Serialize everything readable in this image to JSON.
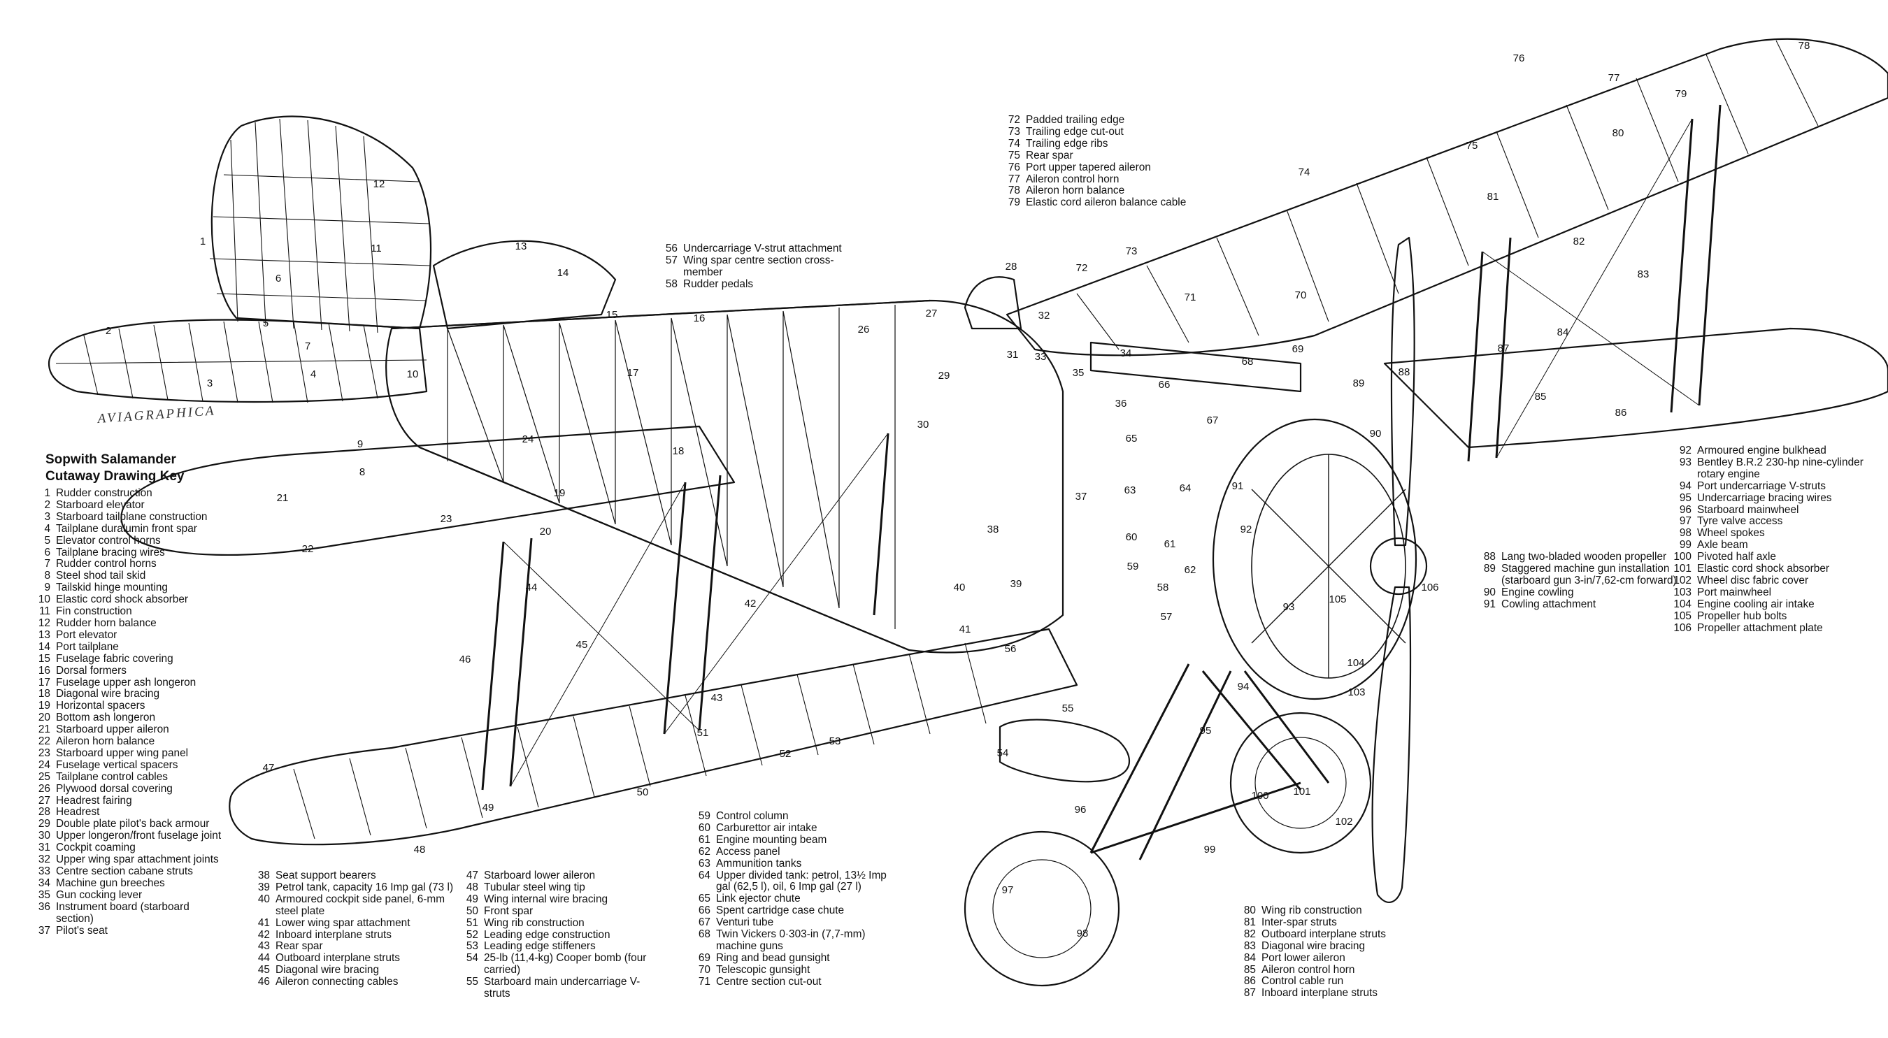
{
  "key_title_line1": "Sopwith Salamander",
  "key_title_line2": "Cutaway Drawing Key",
  "brand": "AVIAGRAPHICA",
  "columns": [
    [
      [
        "1",
        "Rudder construction"
      ],
      [
        "2",
        "Starboard elevator"
      ],
      [
        "3",
        "Starboard tailplane construction"
      ],
      [
        "4",
        "Tailplane duralumin front spar"
      ],
      [
        "5",
        "Elevator control horns"
      ],
      [
        "6",
        "Tailplane bracing wires"
      ],
      [
        "7",
        "Rudder control horns"
      ],
      [
        "8",
        "Steel shod tail skid"
      ],
      [
        "9",
        "Tailskid hinge mounting"
      ],
      [
        "10",
        "Elastic cord shock absorber"
      ],
      [
        "11",
        "Fin construction"
      ],
      [
        "12",
        "Rudder horn balance"
      ],
      [
        "13",
        "Port elevator"
      ],
      [
        "14",
        "Port tailplane"
      ],
      [
        "15",
        "Fuselage fabric covering"
      ],
      [
        "16",
        "Dorsal formers"
      ],
      [
        "17",
        "Fuselage upper ash longeron"
      ],
      [
        "18",
        "Diagonal wire bracing"
      ],
      [
        "19",
        "Horizontal spacers"
      ],
      [
        "20",
        "Bottom ash longeron"
      ],
      [
        "21",
        "Starboard upper aileron"
      ],
      [
        "22",
        "Aileron horn balance"
      ],
      [
        "23",
        "Starboard upper wing panel"
      ],
      [
        "24",
        "Fuselage vertical spacers"
      ],
      [
        "25",
        "Tailplane control cables"
      ],
      [
        "26",
        "Plywood dorsal covering"
      ],
      [
        "27",
        "Headrest fairing"
      ],
      [
        "28",
        "Headrest"
      ],
      [
        "29",
        "Double plate pilot's back armour"
      ],
      [
        "30",
        "Upper longeron/front fuselage joint"
      ],
      [
        "31",
        "Cockpit coaming"
      ],
      [
        "32",
        "Upper wing spar attachment joints"
      ],
      [
        "33",
        "Centre section cabane struts"
      ],
      [
        "34",
        "Machine gun breeches"
      ],
      [
        "35",
        "Gun cocking lever"
      ],
      [
        "36",
        "Instrument board (starboard section)"
      ],
      [
        "37",
        "Pilot's seat"
      ]
    ],
    [
      [
        "38",
        "Seat support bearers"
      ],
      [
        "39",
        "Petrol tank, capacity 16 Imp gal (73 l)"
      ],
      [
        "40",
        "Armoured cockpit side panel, 6-mm steel plate"
      ],
      [
        "41",
        "Lower wing spar attachment"
      ],
      [
        "42",
        "Inboard interplane struts"
      ],
      [
        "43",
        "Rear spar"
      ],
      [
        "44",
        "Outboard interplane struts"
      ],
      [
        "45",
        "Diagonal wire bracing"
      ],
      [
        "46",
        "Aileron connecting cables"
      ]
    ],
    [
      [
        "47",
        "Starboard lower aileron"
      ],
      [
        "48",
        "Tubular steel wing tip"
      ],
      [
        "49",
        "Wing internal wire bracing"
      ],
      [
        "50",
        "Front spar"
      ],
      [
        "51",
        "Wing rib construction"
      ],
      [
        "52",
        "Leading edge construction"
      ],
      [
        "53",
        "Leading edge stiffeners"
      ],
      [
        "54",
        "25-lb (11,4-kg) Cooper bomb (four carried)"
      ],
      [
        "55",
        "Starboard main undercarriage V-struts"
      ]
    ],
    [
      [
        "56",
        "Undercarriage V-strut attachment"
      ],
      [
        "57",
        "Wing spar centre section cross-member"
      ],
      [
        "58",
        "Rudder pedals"
      ]
    ],
    [
      [
        "59",
        "Control column"
      ],
      [
        "60",
        "Carburettor air intake"
      ],
      [
        "61",
        "Engine mounting beam"
      ],
      [
        "62",
        "Access panel"
      ],
      [
        "63",
        "Ammunition tanks"
      ],
      [
        "64",
        "Upper divided tank: petrol, 13½ Imp gal (62,5 l), oil, 6 Imp gal (27 l)"
      ],
      [
        "65",
        "Link ejector chute"
      ],
      [
        "66",
        "Spent cartridge case chute"
      ],
      [
        "67",
        "Venturi tube"
      ],
      [
        "68",
        "Twin Vickers 0·303-in (7,7-mm) machine guns"
      ],
      [
        "69",
        "Ring and bead gunsight"
      ],
      [
        "70",
        "Telescopic gunsight"
      ],
      [
        "71",
        "Centre section cut-out"
      ]
    ],
    [
      [
        "72",
        "Padded trailing edge"
      ],
      [
        "73",
        "Trailing edge cut-out"
      ],
      [
        "74",
        "Trailing edge ribs"
      ],
      [
        "75",
        "Rear spar"
      ],
      [
        "76",
        "Port upper tapered aileron"
      ],
      [
        "77",
        "Aileron control horn"
      ],
      [
        "78",
        "Aileron horn balance"
      ],
      [
        "79",
        "Elastic cord aileron balance cable"
      ]
    ],
    [
      [
        "80",
        "Wing rib construction"
      ],
      [
        "81",
        "Inter-spar struts"
      ],
      [
        "82",
        "Outboard interplane struts"
      ],
      [
        "83",
        "Diagonal wire bracing"
      ],
      [
        "84",
        "Port lower aileron"
      ],
      [
        "85",
        "Aileron control horn"
      ],
      [
        "86",
        "Control cable run"
      ],
      [
        "87",
        "Inboard interplane struts"
      ]
    ],
    [
      [
        "88",
        "Lang two-bladed wooden propeller"
      ],
      [
        "89",
        "Staggered machine gun installation (starboard gun 3-in/7,62-cm forward)"
      ],
      [
        "90",
        "Engine cowling"
      ],
      [
        "91",
        "Cowling attachment"
      ]
    ],
    [
      [
        "92",
        "Armoured engine bulkhead"
      ],
      [
        "93",
        "Bentley B.R.2 230-hp nine-cylinder rotary engine"
      ],
      [
        "94",
        "Port undercarriage V-struts"
      ],
      [
        "95",
        "Undercarriage bracing wires"
      ],
      [
        "96",
        "Starboard mainwheel"
      ],
      [
        "97",
        "Tyre valve access"
      ],
      [
        "98",
        "Wheel spokes"
      ],
      [
        "99",
        "Axle beam"
      ],
      [
        "100",
        "Pivoted half axle"
      ],
      [
        "101",
        "Elastic cord shock absorber"
      ],
      [
        "102",
        "Wheel disc fabric cover"
      ],
      [
        "103",
        "Port mainwheel"
      ],
      [
        "104",
        "Engine cooling air intake"
      ],
      [
        "105",
        "Propeller hub bolts"
      ],
      [
        "106",
        "Propeller attachment plate"
      ]
    ]
  ],
  "callouts": [
    "1",
    "2",
    "3",
    "4",
    "5",
    "6",
    "7",
    "8",
    "9",
    "10",
    "11",
    "12",
    "13",
    "14",
    "15",
    "16",
    "17",
    "18",
    "19",
    "20",
    "21",
    "22",
    "23",
    "24",
    "26",
    "27",
    "28",
    "29",
    "30",
    "31",
    "32",
    "33",
    "34",
    "35",
    "36",
    "37",
    "38",
    "39",
    "40",
    "41",
    "42",
    "43",
    "44",
    "45",
    "46",
    "47",
    "48",
    "49",
    "50",
    "51",
    "52",
    "53",
    "54",
    "55",
    "56",
    "57",
    "58",
    "59",
    "60",
    "61",
    "62",
    "63",
    "64",
    "65",
    "66",
    "67",
    "68",
    "69",
    "70",
    "71",
    "72",
    "73",
    "74",
    "75",
    "76",
    "77",
    "78",
    "79",
    "80",
    "81",
    "82",
    "83",
    "84",
    "85",
    "86",
    "87",
    "88",
    "89",
    "90",
    "91",
    "92",
    "93",
    "94",
    "95",
    "96",
    "97",
    "98",
    "99",
    "100",
    "101",
    "102",
    "103",
    "104",
    "105",
    "106"
  ]
}
